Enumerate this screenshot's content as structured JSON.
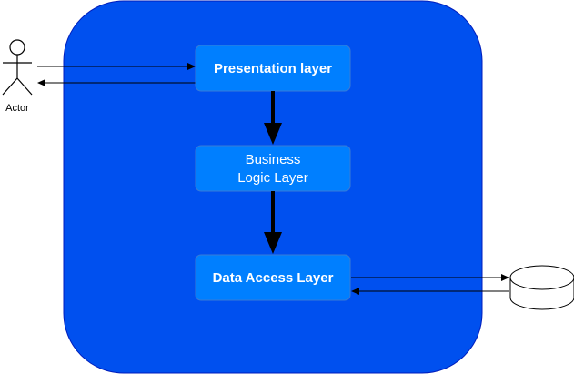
{
  "colors": {
    "background": "#ffffff",
    "container_fill": "#0050EF",
    "container_stroke": "#001DBC",
    "box_fill": "#007FFF",
    "box_stroke": "#3A7BD5",
    "box_text": "#ffffff",
    "arrow_thin": "#000000",
    "arrow_thick": "#000000",
    "db_fill": "#ffffff",
    "db_stroke": "#000000",
    "actor_stroke": "#000000"
  },
  "actor": {
    "label": "Actor",
    "icon": "stick-figure-icon"
  },
  "layers": {
    "presentation": {
      "label": "Presentation layer"
    },
    "business": {
      "line1": "Business",
      "line2": "Logic Layer"
    },
    "data_access": {
      "label": "Data Access Layer"
    }
  },
  "database": {
    "icon": "database-cylinder-icon"
  }
}
